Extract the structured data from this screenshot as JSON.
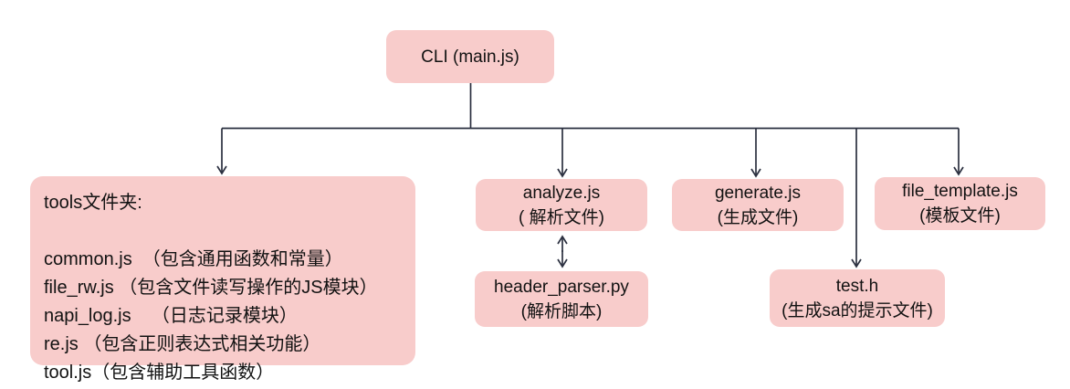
{
  "diagram": {
    "colors": {
      "box_fill": "#f8cccb",
      "line": "#2b3040",
      "text": "#121212"
    },
    "nodes": {
      "cli": {
        "label": "CLI (main.js)"
      },
      "tools": {
        "title": "tools文件夹:",
        "items": [
          "common.js  （包含通用函数和常量）",
          "file_rw.js （包含文件读写操作的JS模块）",
          "napi_log.js    （日志记录模块）",
          "re.js （包含正则表达式相关功能）",
          "tool.js（包含辅助工具函数）"
        ]
      },
      "analyze": {
        "title": "analyze.js",
        "subtitle": "( 解析文件)"
      },
      "generate": {
        "title": "generate.js",
        "subtitle": "(生成文件)"
      },
      "file_template": {
        "title": "file_template.js",
        "subtitle": "(模板文件)"
      },
      "test_h": {
        "title": "test.h",
        "subtitle": "(生成sa的提示文件)"
      },
      "header_parser": {
        "title": "header_parser.py",
        "subtitle": "(解析脚本)"
      }
    }
  }
}
